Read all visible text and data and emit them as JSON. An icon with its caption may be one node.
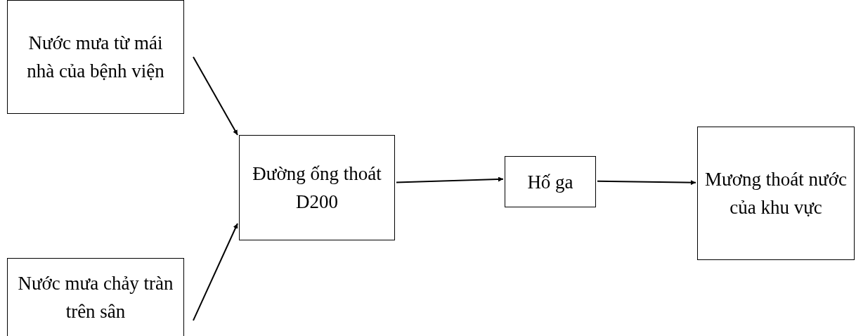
{
  "diagram": {
    "nodes": [
      {
        "text": [
          "Nước mưa từ mái nhà của bệnh viện"
        ]
      },
      {
        "text": [
          "Đường ống thoát D200"
        ]
      },
      {
        "text": [
          "Hố ga"
        ]
      },
      {
        "text": [
          "Mương thoát nước của khu vực"
        ]
      },
      {
        "text": [
          "Nước mưa chảy tràn trên sân"
        ]
      }
    ],
    "edges": [
      {
        "from": 0,
        "to": 1,
        "arrow": "to"
      },
      {
        "from": 4,
        "to": 1,
        "arrow": "to"
      },
      {
        "from": 1,
        "to": 2,
        "arrow": "to"
      },
      {
        "from": 2,
        "to": 3,
        "arrow": "to"
      }
    ]
  }
}
